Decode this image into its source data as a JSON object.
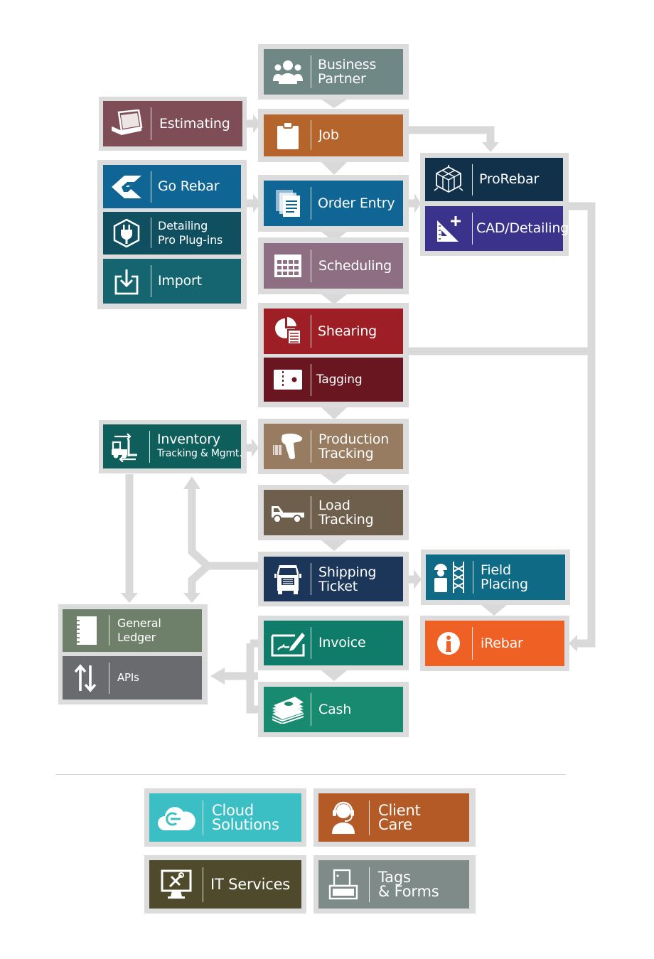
{
  "tiles": {
    "business_partner": {
      "lines": [
        "Business",
        "Partner"
      ],
      "color": "#6f8785",
      "icon": "users-icon"
    },
    "estimating": {
      "lines": [
        "Estimating"
      ],
      "color": "#7e4d55",
      "icon": "laptop-icon"
    },
    "job": {
      "lines": [
        "Job"
      ],
      "color": "#b5652b",
      "icon": "clipboard-icon"
    },
    "go_rebar": {
      "lines": [
        "Go Rebar"
      ],
      "color": "#0f6594",
      "icon": "go-rebar-logo-icon"
    },
    "detailing": {
      "lines": [
        "Detailing",
        "Pro Plug-ins"
      ],
      "color": "#0f4f5f",
      "icon": "plug-icon"
    },
    "import": {
      "lines": [
        "Import"
      ],
      "color": "#14656f",
      "icon": "import-icon"
    },
    "order_entry": {
      "lines": [
        "Order Entry"
      ],
      "color": "#0f6594",
      "icon": "document-icon"
    },
    "prorebar": {
      "lines": [
        "ProRebar"
      ],
      "color": "#11304a",
      "icon": "cube-icon"
    },
    "cad_detailing": {
      "lines": [
        "CAD/Detailing"
      ],
      "color": "#3b338b",
      "icon": "drafting-triangle-icon"
    },
    "scheduling": {
      "lines": [
        "Scheduling"
      ],
      "color": "#8e6e82",
      "icon": "calendar-icon"
    },
    "shearing": {
      "lines": [
        "Shearing"
      ],
      "color": "#9e1e26",
      "icon": "pie-report-icon"
    },
    "tagging": {
      "lines": [
        "Tagging"
      ],
      "color": "#6a1620",
      "icon": "tag-icon"
    },
    "inventory": {
      "lines": [
        "Inventory",
        "Tracking & Mgmt."
      ],
      "color": "#0e5f5c",
      "icon": "forklift-icon"
    },
    "production": {
      "lines": [
        "Production",
        "Tracking"
      ],
      "color": "#987c62",
      "icon": "barcode-scanner-icon"
    },
    "load": {
      "lines": [
        "Load",
        "Tracking"
      ],
      "color": "#6e5e4c",
      "icon": "truck-icon"
    },
    "shipping": {
      "lines": [
        "Shipping",
        "Ticket"
      ],
      "color": "#1b3659",
      "icon": "semi-truck-icon"
    },
    "field_placing": {
      "lines": [
        "Field",
        "Placing"
      ],
      "color": "#0f6a86",
      "icon": "worker-icon"
    },
    "general_ledger": {
      "lines": [
        "General",
        "Ledger"
      ],
      "color": "#6f806a",
      "icon": "notebook-icon"
    },
    "apis": {
      "lines": [
        "APIs"
      ],
      "color": "#696b6e",
      "icon": "up-down-arrows-icon"
    },
    "invoice": {
      "lines": [
        "Invoice"
      ],
      "color": "#0e7c68",
      "icon": "check-sign-icon"
    },
    "irebar": {
      "lines": [
        "iRebar"
      ],
      "color": "#ef6024",
      "icon": "irebar-logo-icon"
    },
    "cash": {
      "lines": [
        "Cash"
      ],
      "color": "#178a6f",
      "icon": "cash-stack-icon"
    },
    "cloud": {
      "lines": [
        "Cloud",
        "Solutions"
      ],
      "color": "#3bbfc4",
      "icon": "cloud-icon"
    },
    "client_care": {
      "lines": [
        "Client",
        "Care"
      ],
      "color": "#b45a27",
      "icon": "headset-icon"
    },
    "it_services": {
      "lines": [
        "IT Services"
      ],
      "color": "#4f4a2b",
      "icon": "monitor-tools-icon"
    },
    "tags_forms": {
      "lines": [
        "Tags",
        "& Forms"
      ],
      "color": "#7f8b88",
      "icon": "printer-icon"
    }
  },
  "colors": {
    "frame": "#dcdcdc",
    "connector": "#d9d9d9",
    "divider": "#d6d6d6"
  }
}
